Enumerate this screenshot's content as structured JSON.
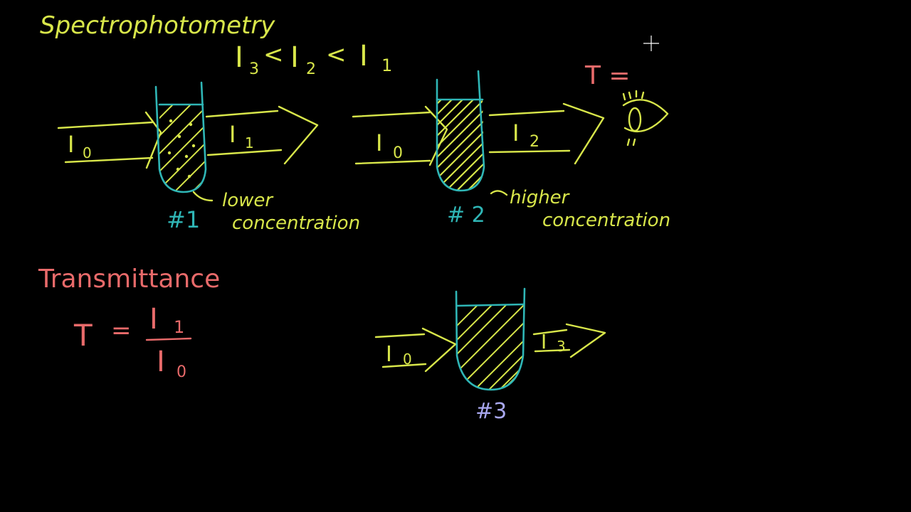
{
  "title": "Spectrophotometry",
  "ordering": {
    "a": "I",
    "a_sub": "3",
    "lt1": "<",
    "b": "I",
    "b_sub": "2",
    "lt2": "<",
    "c": "I",
    "c_sub": "1"
  },
  "eye_label": "T =",
  "sample1": {
    "in_label": "I",
    "in_sub": "0",
    "out_label": "I",
    "out_sub": "1",
    "number": "#1",
    "note_line1": "lower",
    "note_line2": "concentration"
  },
  "sample2": {
    "in_label": "I",
    "in_sub": "0",
    "out_label": "I",
    "out_sub": "2",
    "number": "# 2",
    "note_line1": "higher",
    "note_line2": "concentration"
  },
  "sample3": {
    "in_label": "I",
    "in_sub": "0",
    "out_label": "I",
    "out_sub": "3",
    "number": "#3"
  },
  "transmittance": {
    "heading": "Transmittance",
    "lhs": "T",
    "equals": "=",
    "numerator": "I",
    "numerator_sub": "1",
    "denominator": "I",
    "denominator_sub": "0"
  },
  "colors": {
    "background": "#000000",
    "yellow": "#d8e64a",
    "pink": "#e86a6a",
    "teal": "#2fb6b6",
    "violet": "#a9a8f0"
  },
  "icons": {
    "eye": "eye-icon",
    "cursor": "crosshair-cursor-icon"
  }
}
